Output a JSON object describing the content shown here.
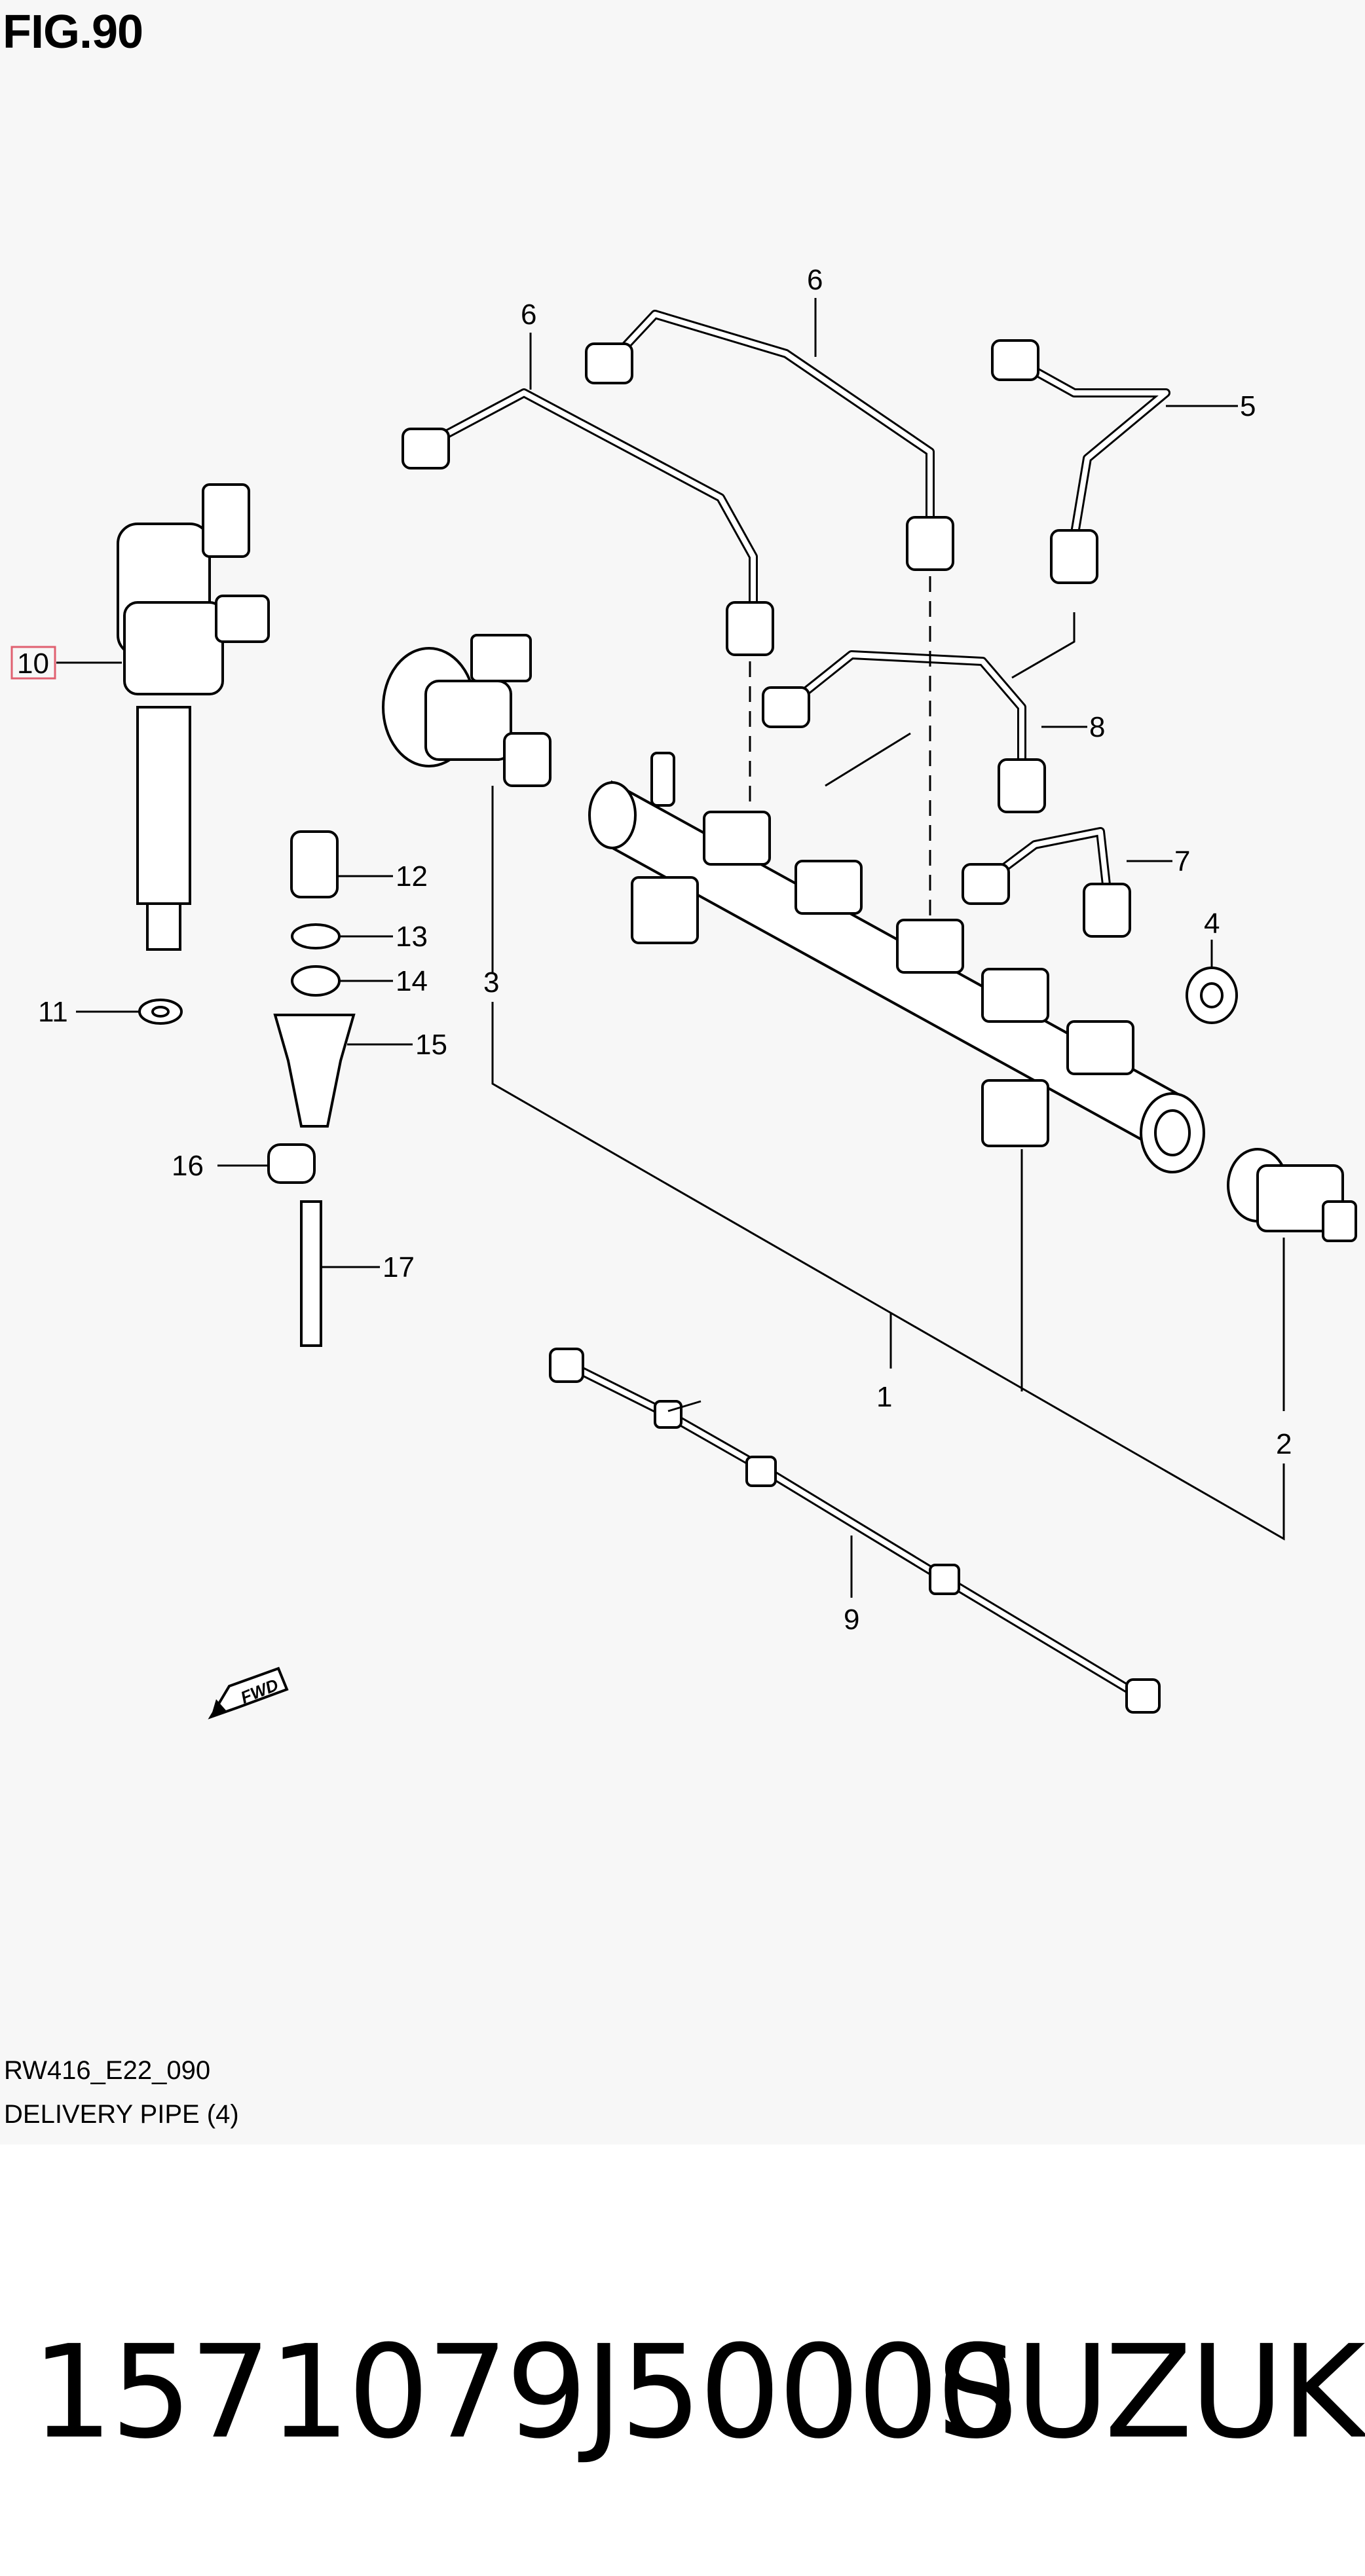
{
  "figure": {
    "title": "FIG.90",
    "code": "RW416_E22_090",
    "name": "DELIVERY PIPE (4)"
  },
  "callouts": {
    "c1": "1",
    "c2": "2",
    "c3": "3",
    "c4": "4",
    "c5": "5",
    "c6a": "6",
    "c6b": "6",
    "c7": "7",
    "c8": "8",
    "c9": "9",
    "c10": "10",
    "c11": "11",
    "c12": "12",
    "c13": "13",
    "c14": "14",
    "c15": "15",
    "c16": "16",
    "c17": "17"
  },
  "fwd_label": "FWD",
  "highlight_color": "#e06070",
  "part_number": "1571079J50000",
  "brand": "SUZUKI"
}
